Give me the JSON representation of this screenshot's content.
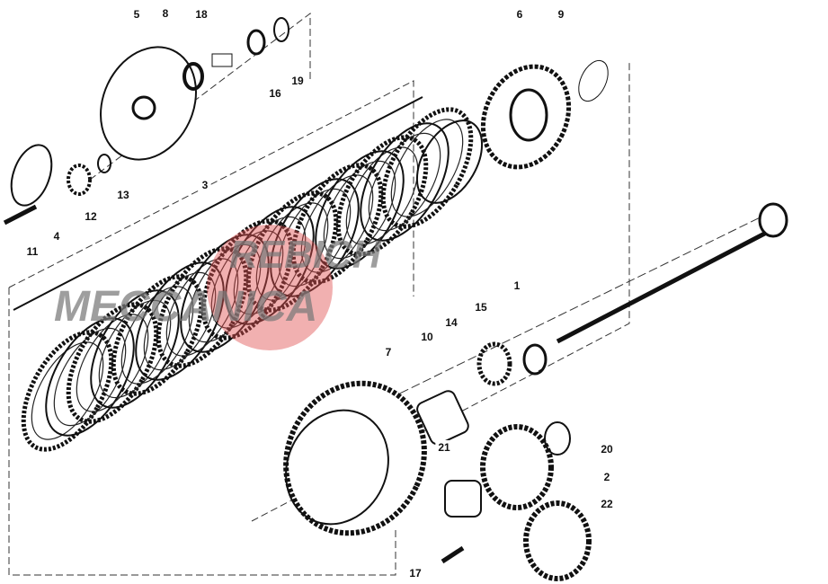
{
  "diagram": {
    "callouts": [
      {
        "id": "5",
        "text": "5"
      },
      {
        "id": "8",
        "text": "8"
      },
      {
        "id": "18",
        "text": "18"
      },
      {
        "id": "16",
        "text": "16"
      },
      {
        "id": "19",
        "text": "19"
      },
      {
        "id": "6",
        "text": "6"
      },
      {
        "id": "9",
        "text": "9"
      },
      {
        "id": "3",
        "text": "3"
      },
      {
        "id": "13",
        "text": "13"
      },
      {
        "id": "12",
        "text": "12"
      },
      {
        "id": "11",
        "text": "11"
      },
      {
        "id": "4",
        "text": "4"
      },
      {
        "id": "1",
        "text": "1"
      },
      {
        "id": "15",
        "text": "15"
      },
      {
        "id": "14",
        "text": "14"
      },
      {
        "id": "10",
        "text": "10"
      },
      {
        "id": "7",
        "text": "7"
      },
      {
        "id": "21",
        "text": "21"
      },
      {
        "id": "20",
        "text": "20"
      },
      {
        "id": "2",
        "text": "2"
      },
      {
        "id": "22",
        "text": "22"
      },
      {
        "id": "17",
        "text": "17"
      }
    ],
    "watermark": {
      "line1": "REBICH",
      "line2": "MECCANICA",
      "accent": "#e05050"
    }
  }
}
